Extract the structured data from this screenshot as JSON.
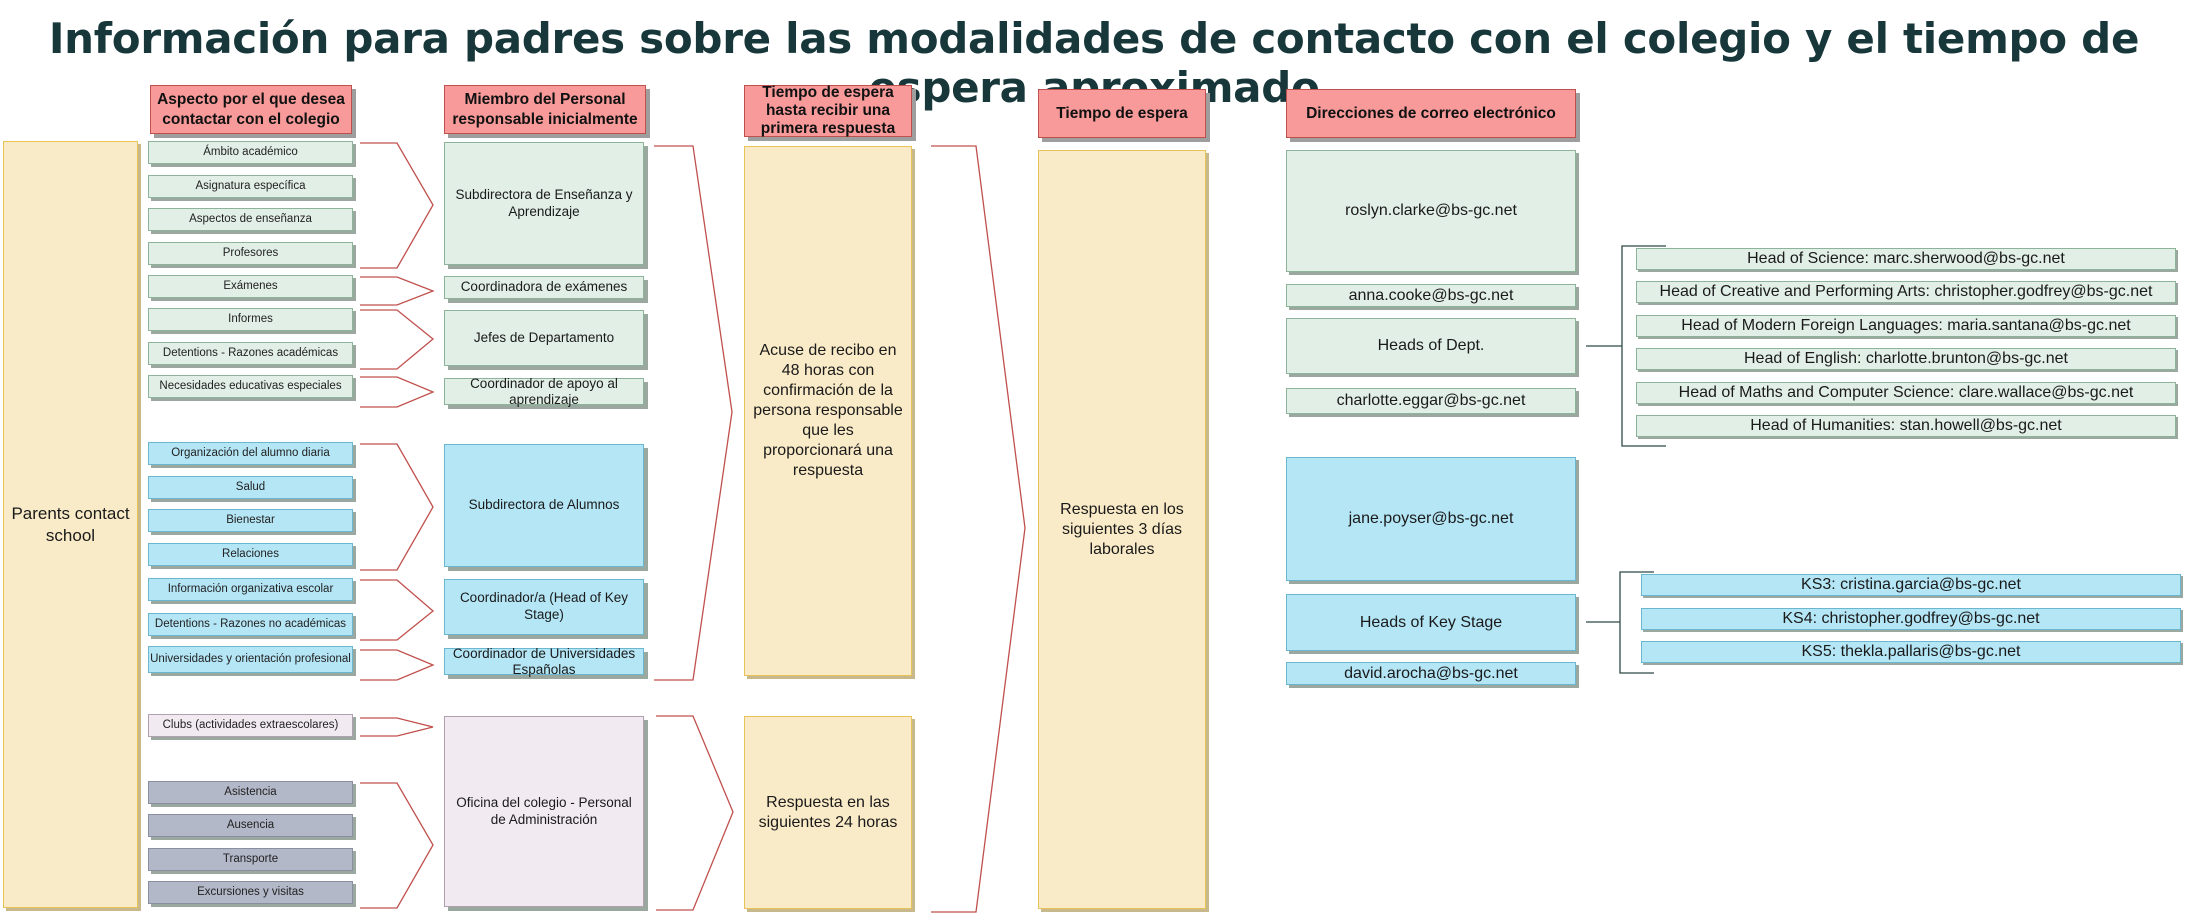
{
  "title": "Información para padres sobre las modalidades de contacto con el colegio y el tiempo de espera aproximado",
  "headers": {
    "aspect": "Aspecto por el que desea contactar con el colegio",
    "staff": "Miembro del Personal responsable inicialmente",
    "first_response": "Tiempo de espera hasta recibir una primera respuesta",
    "wait": "Tiempo de espera",
    "emails": "Direcciones de correo electrónico"
  },
  "root": "Parents contact school",
  "aspects": [
    "Ámbito académico",
    "Asignatura específica",
    "Aspectos de enseñanza",
    "Profesores",
    "Exámenes",
    "Informes",
    "Detentions - Razones académicas",
    "Necesidades educativas especiales",
    "Organización del alumno diaria",
    "Salud",
    "Bienestar",
    "Relaciones",
    "Información organizativa escolar",
    "Detentions - Razones no académicas",
    "Universidades y orientación profesional",
    "Clubs (actividades extraescolares)",
    "Asistencia",
    "Ausencia",
    "Transporte",
    "Excursiones y visitas"
  ],
  "staff": [
    "Subdirectora de Enseñanza y Aprendizaje",
    "Coordinadora de exámenes",
    "Jefes de Departamento",
    "Coordinador de apoyo al aprendizaje",
    "Subdirectora de Alumnos",
    "Coordinador/a (Head of Key Stage)",
    "Coordinador de Universidades Españolas",
    "Oficina del colegio - Personal de Administración"
  ],
  "first_response": [
    "Acuse de recibo en 48 horas con confirmación de la persona responsable que les proporcionará una respuesta",
    "Respuesta en las siguientes 24 horas"
  ],
  "wait": "Respuesta en los siguientes 3 días laborales",
  "emails": [
    "roslyn.clarke@bs-gc.net",
    "anna.cooke@bs-gc.net",
    "Heads of Dept.",
    "charlotte.eggar@bs-gc.net",
    "jane.poyser@bs-gc.net",
    "Heads of Key Stage",
    "david.arocha@bs-gc.net"
  ],
  "heads_of_dept": [
    "Head of Science: marc.sherwood@bs-gc.net",
    "Head of Creative and Performing Arts: christopher.godfrey@bs-gc.net",
    "Head of Modern Foreign Languages: maria.santana@bs-gc.net",
    "Head of English: charlotte.brunton@bs-gc.net",
    "Head of Maths and Computer Science: clare.wallace@bs-gc.net",
    "Head of Humanities: stan.howell@bs-gc.net"
  ],
  "heads_of_key_stage": [
    "KS3: cristina.garcia@bs-gc.net",
    "KS4: christopher.godfrey@bs-gc.net",
    "KS5: thekla.pallaris@bs-gc.net"
  ],
  "colors": {
    "header": "#f89a9a",
    "academic": "#e2efe6",
    "pastoral": "#b4e6f6",
    "clubs": "#f1eaf1",
    "admin": "#b3b8c8",
    "time": "#faebc8",
    "connector": "#c0504d"
  }
}
